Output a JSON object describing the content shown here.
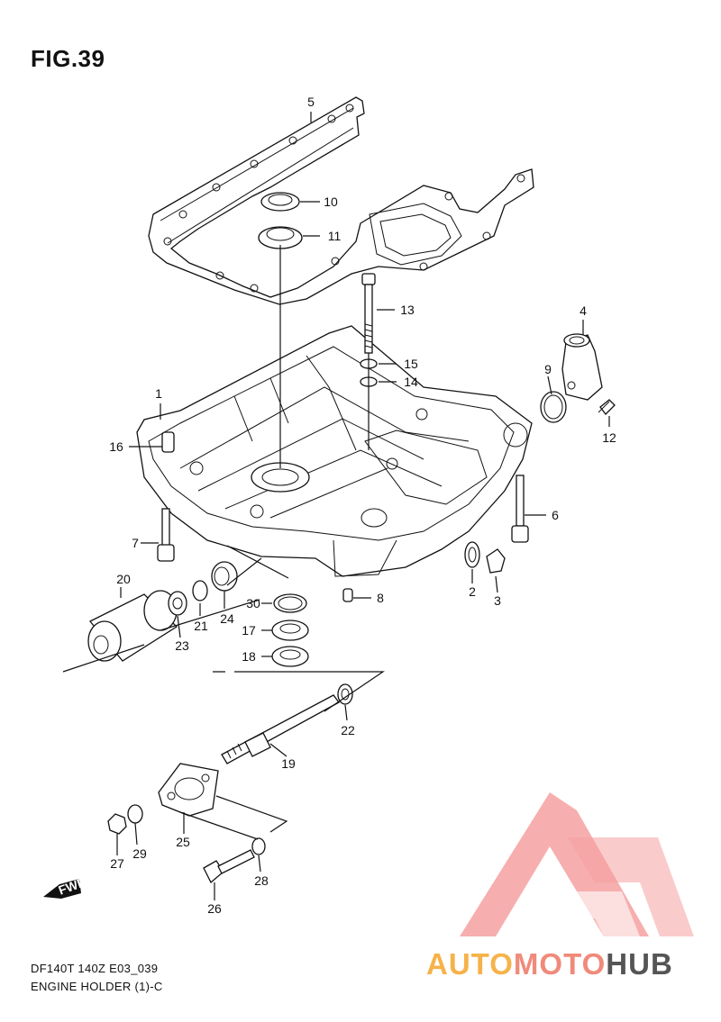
{
  "figure": {
    "title": "FIG.39",
    "model": "DF140T 140Z E03_039",
    "section": "ENGINE HOLDER (1)-C",
    "fwd_marker": "FWD"
  },
  "callouts": [
    "1",
    "2",
    "3",
    "4",
    "5",
    "6",
    "7",
    "8",
    "9",
    "10",
    "11",
    "12",
    "13",
    "14",
    "15",
    "16",
    "17",
    "18",
    "19",
    "20",
    "21",
    "22",
    "23",
    "24",
    "25",
    "26",
    "27",
    "28",
    "29",
    "30"
  ],
  "watermark": {
    "brand_part1": "AUTO",
    "brand_part2": "MOTO",
    "brand_part3": "HUB",
    "colors": {
      "auto": "#f6b24a",
      "moto": "#f08a7a",
      "hub": "#555555",
      "logo": "#f6a0a0"
    }
  }
}
